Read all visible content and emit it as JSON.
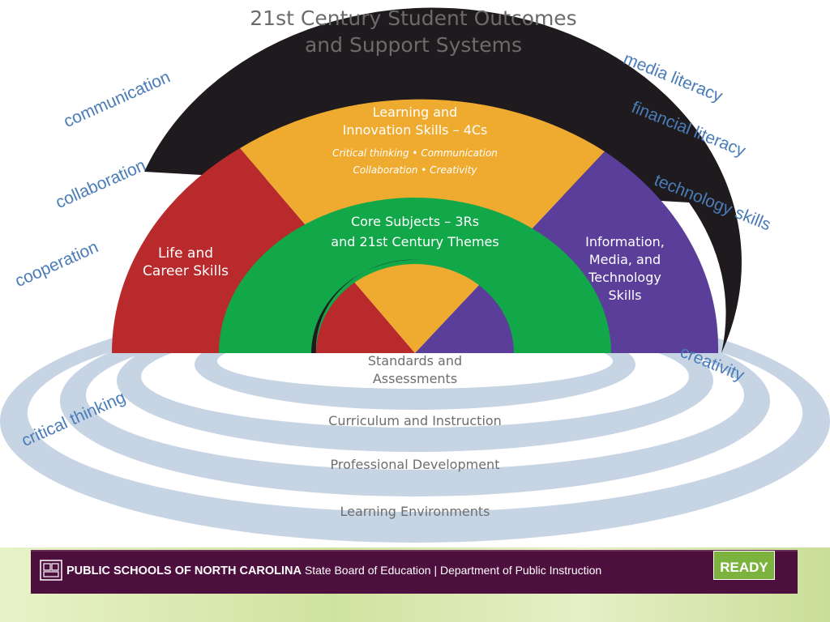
{
  "title_line1": "21st Century Student Outcomes",
  "title_line2": "and Support Systems",
  "arch": {
    "life": [
      "Life and",
      "Career Skills"
    ],
    "learning": {
      "heading": [
        "Learning and",
        "Innovation Skills – 4Cs"
      ],
      "sub": [
        "Critical thinking • Communication",
        "Collaboration • Creativity"
      ]
    },
    "core": [
      "Core Subjects – 3Rs",
      "and 21st Century Themes"
    ],
    "info": [
      "Information,",
      "Media, and",
      "Technology",
      "Skills"
    ]
  },
  "rings": {
    "standards": [
      "Standards and",
      "Assessments"
    ],
    "curriculum": "Curriculum and Instruction",
    "professional": "Professional Development",
    "environments": "Learning Environments"
  },
  "words": {
    "communication": "communication",
    "collaboration": "collaboration",
    "cooperation": "cooperation",
    "critical_thinking": "critical thinking",
    "media_literacy": "media literacy",
    "financial_literacy": "financial literacy",
    "technology_skills": "technology skills",
    "creativity": "creativity"
  },
  "footer": {
    "org": "PUBLIC SCHOOLS OF NORTH CAROLINA",
    "dept": "State Board of Education | Department of Public Instruction",
    "badge": "READY"
  },
  "colors": {
    "life": "#b82a2c",
    "learning": "#efab2f",
    "core": "#12a84a",
    "info": "#5a3e9a",
    "ring": "#c7d4e4",
    "word_blue": "#4a7cb8",
    "footer_bar": "#4d0f3e"
  }
}
